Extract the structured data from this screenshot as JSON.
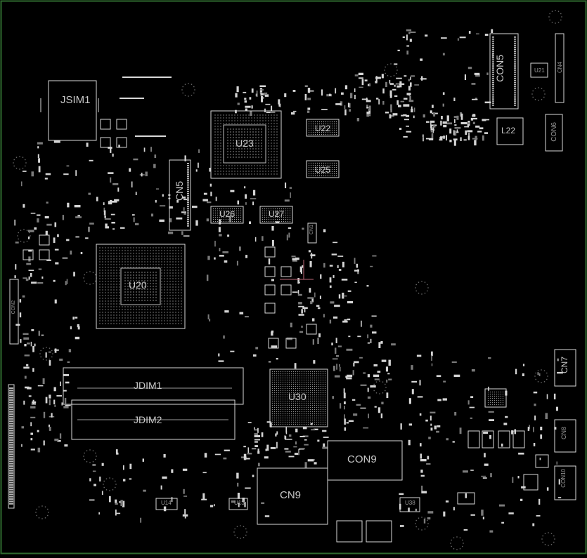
{
  "labels": {
    "jsim1": "JSIM1",
    "u23": "U23",
    "u22": "U22",
    "u25": "U25",
    "cn5_mid": "CN5",
    "u26": "U26",
    "u27": "U27",
    "u20": "U20",
    "con5": "CON5",
    "l22": "L22",
    "con6": "CON6",
    "cn4": "CN4",
    "u21": "U21",
    "jdim1": "JDIM1",
    "jdim2": "JDIM2",
    "u30": "U30",
    "con9": "CON9",
    "cn9": "CN9",
    "cn7": "CN7",
    "cn8": "CN8",
    "con10": "CON10",
    "u14": "U14",
    "u13": "U13",
    "u38": "U38",
    "cn1": "CN1",
    "cn2": "CON2"
  },
  "colors": {
    "background": "#000000",
    "border": "#2f6b2f",
    "outline": "#d8d8d8",
    "dim": "#8a8a8a",
    "accent": "#c06a7a"
  }
}
